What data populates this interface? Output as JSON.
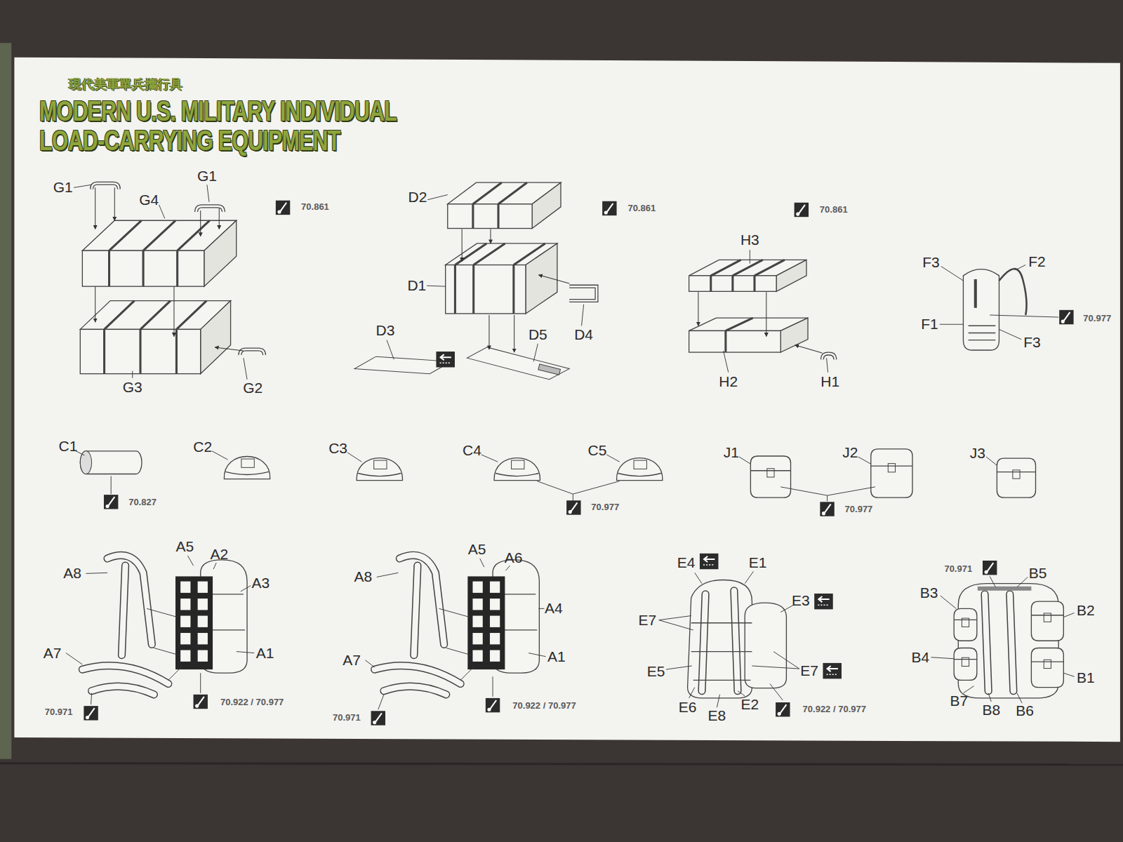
{
  "diagram": {
    "title": "MODERN U.S. MILITARY INDIVIDUAL LOAD-CARRYING EQUIPMENT",
    "labels": [
      "現代美軍單兵攜行具",
      "G1",
      "G4",
      "G1",
      "70.861",
      "D2",
      "70.861",
      "70.861",
      "H3",
      "F3",
      "F2",
      "D1",
      "F1",
      "70.977",
      "D3",
      "D5",
      "D4",
      "F3",
      "G3",
      "G2",
      "H2",
      "H1",
      "C1",
      "C2",
      "C3",
      "C4",
      "C5",
      "J1",
      "J2",
      "J3",
      "70.827",
      "70.977",
      "70.977",
      "A5",
      "A2",
      "A3",
      "A8",
      "A7",
      "A1",
      "70.971",
      "70.922 / 70.977",
      "A5",
      "A6",
      "A8",
      "A4",
      "A7",
      "A1",
      "70.971",
      "70.922 / 70.977",
      "E4",
      "E1",
      "E3",
      "E7",
      "E5",
      "E7",
      "E6",
      "E8",
      "E2",
      "70.922 / 70.977",
      "70.971",
      "B5",
      "B3",
      "B2",
      "B4",
      "B1",
      "B7",
      "B8",
      "B6"
    ]
  }
}
